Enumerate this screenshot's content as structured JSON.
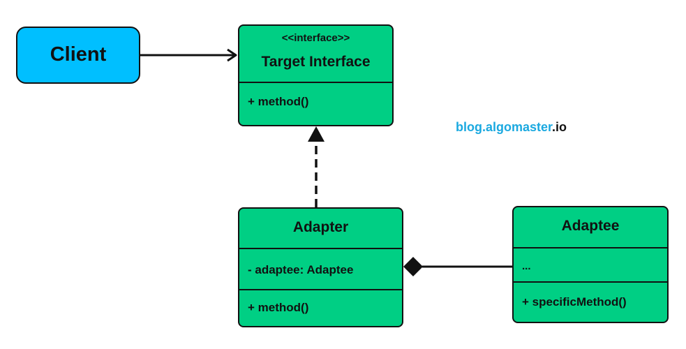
{
  "colors": {
    "client_fill": "#00bfff",
    "class_fill": "#00cf84",
    "stroke": "#111111",
    "watermark_blue": "#1ba9e0"
  },
  "client": {
    "label": "Client"
  },
  "target": {
    "stereotype": "<<interface>>",
    "title": "Target Interface",
    "methods": [
      "+ method()"
    ]
  },
  "adapter": {
    "title": "Adapter",
    "fields": [
      "- adaptee: Adaptee"
    ],
    "methods": [
      "+ method()"
    ]
  },
  "adaptee": {
    "title": "Adaptee",
    "fields": [
      "..."
    ],
    "methods": [
      "+ specificMethod()"
    ]
  },
  "watermark": {
    "part1": "blog.",
    "part2": "algomaster",
    "part3": ".io"
  }
}
